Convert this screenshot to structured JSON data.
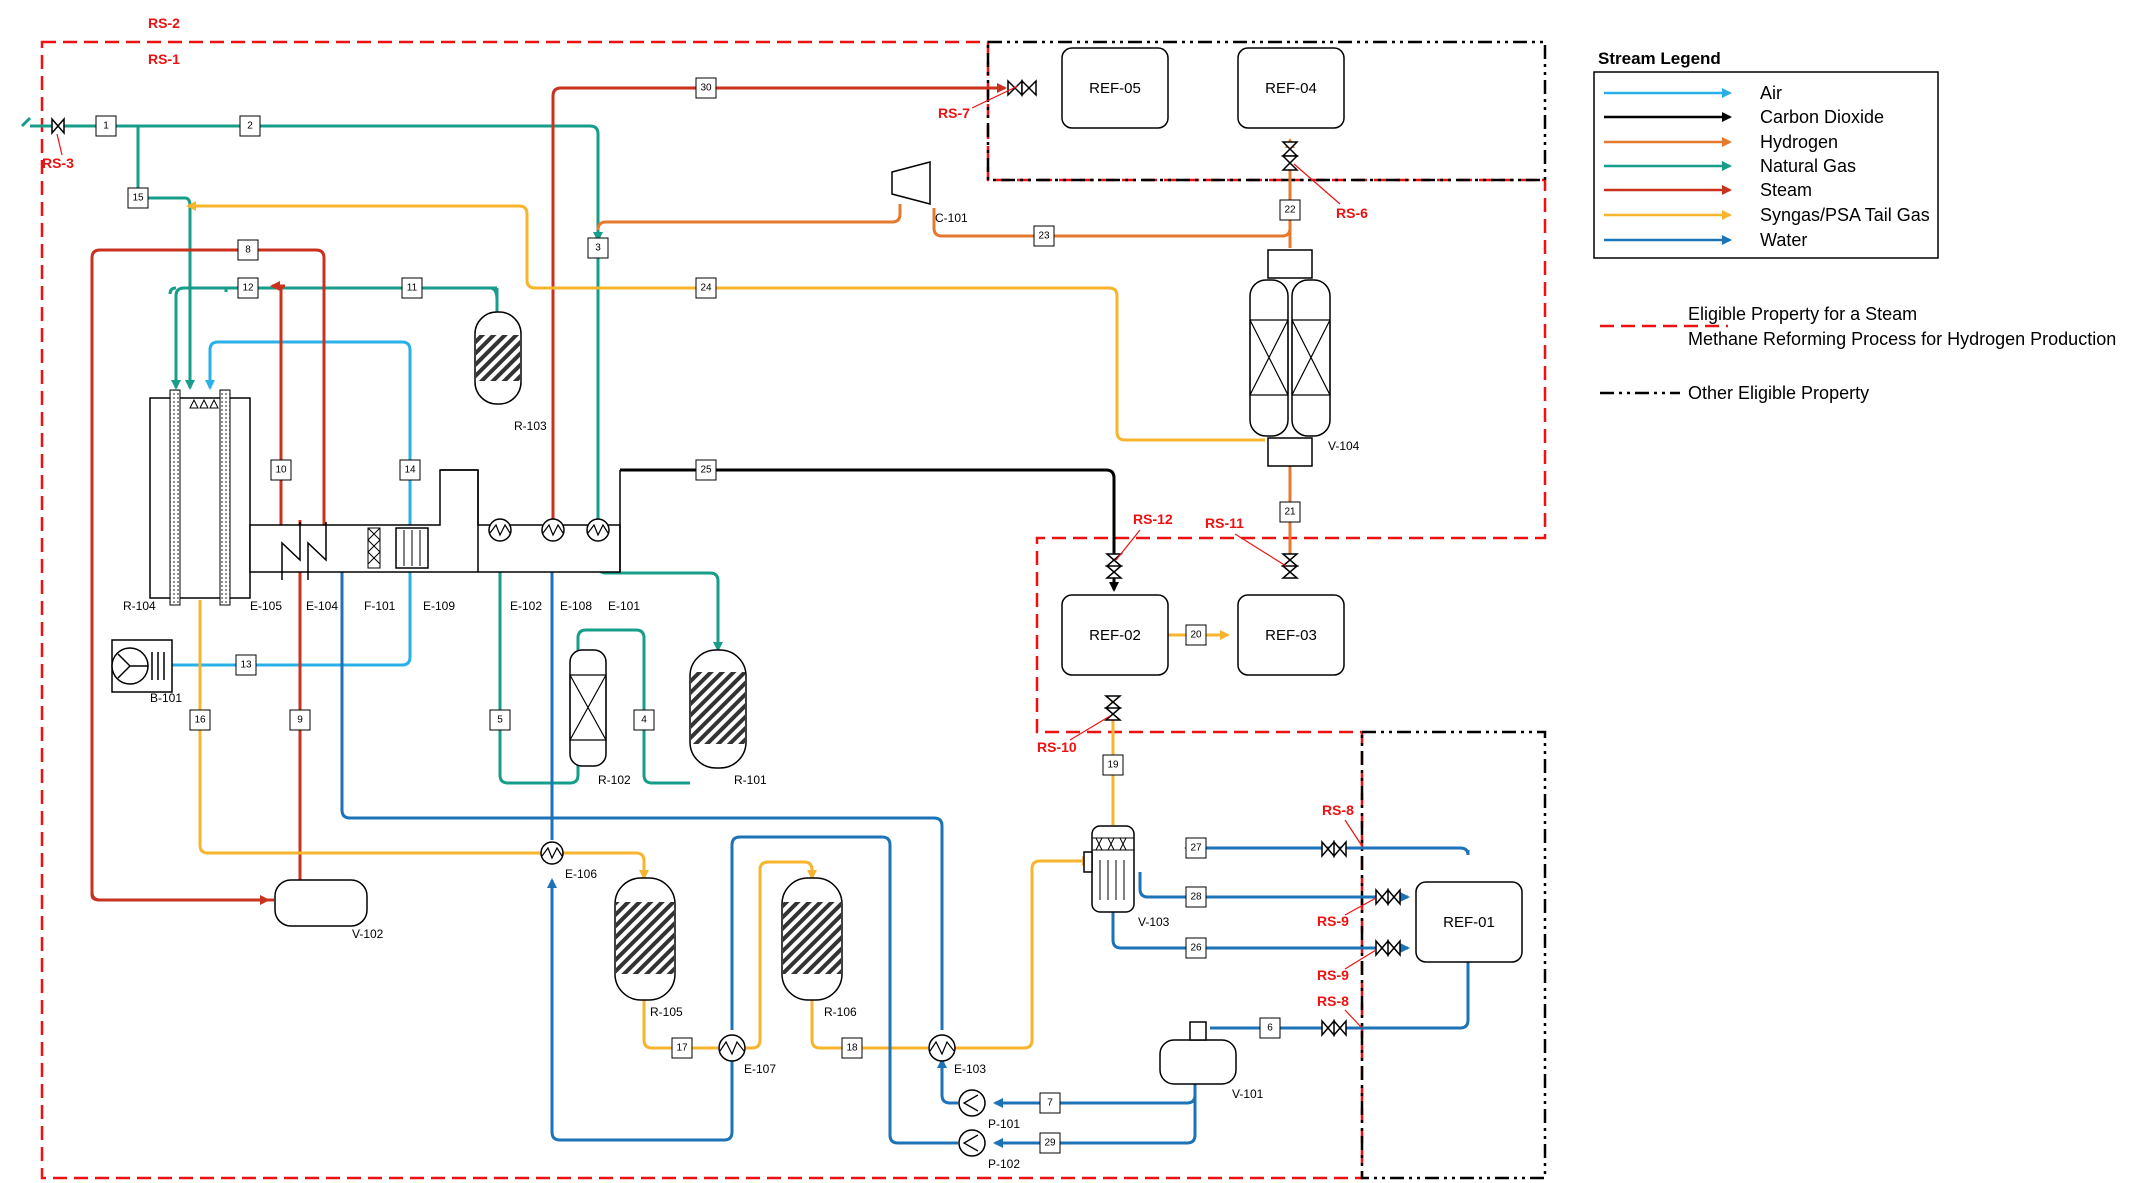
{
  "legend": {
    "title": "Stream Legend",
    "items": [
      {
        "label": "Air",
        "color": "#2ab0e8"
      },
      {
        "label": "Carbon Dioxide",
        "color": "#000000"
      },
      {
        "label": "Hydrogen",
        "color": "#e5792e"
      },
      {
        "label": "Natural Gas",
        "color": "#169e8a"
      },
      {
        "label": "Steam",
        "color": "#c8321e"
      },
      {
        "label": "Syngas/PSA Tail Gas",
        "color": "#f6b52c"
      },
      {
        "label": "Water",
        "color": "#1c73b8"
      }
    ],
    "boundaries": [
      {
        "line1": "Eligible Property for a Steam",
        "line2": "Methane Reforming Process for Hydrogen Production",
        "color": "#ee1111",
        "style": "dashed"
      },
      {
        "line1": "Other Eligible Property",
        "line2": "",
        "color": "#000000",
        "style": "dash-dot-dot"
      }
    ]
  },
  "reference_sections": {
    "rs1": "RS-1",
    "rs2": "RS-2",
    "rs3": "RS-3",
    "rs6": "RS-6",
    "rs7": "RS-7",
    "rs8a": "RS-8",
    "rs8b": "RS-8",
    "rs9a": "RS-9",
    "rs9b": "RS-9",
    "rs10": "RS-10",
    "rs11": "RS-11",
    "rs12": "RS-12"
  },
  "refs": {
    "ref01": "REF-01",
    "ref02": "REF-02",
    "ref03": "REF-03",
    "ref04": "REF-04",
    "ref05": "REF-05"
  },
  "equipment": {
    "r101": "R-101",
    "r102": "R-102",
    "r103": "R-103",
    "r104": "R-104",
    "r105": "R-105",
    "r106": "R-106",
    "e101": "E-101",
    "e102": "E-102",
    "e103": "E-103",
    "e104": "E-104",
    "e105": "E-105",
    "e106": "E-106",
    "e107": "E-107",
    "e108": "E-108",
    "e109": "E-109",
    "f101": "F-101",
    "b101": "B-101",
    "c101": "C-101",
    "v101": "V-101",
    "v102": "V-102",
    "v103": "V-103",
    "v104": "V-104",
    "p101": "P-101",
    "p102": "P-102"
  },
  "streams": {
    "s1": "1",
    "s2": "2",
    "s3": "3",
    "s4": "4",
    "s5": "5",
    "s6": "6",
    "s7": "7",
    "s8": "8",
    "s9": "9",
    "s10": "10",
    "s11": "11",
    "s12": "12",
    "s13": "13",
    "s14": "14",
    "s15": "15",
    "s16": "16",
    "s17": "17",
    "s18": "18",
    "s19": "19",
    "s20": "20",
    "s21": "21",
    "s22": "22",
    "s23": "23",
    "s24": "24",
    "s25": "25",
    "s26": "26",
    "s27": "27",
    "s28": "28",
    "s29": "29",
    "s30": "30"
  }
}
